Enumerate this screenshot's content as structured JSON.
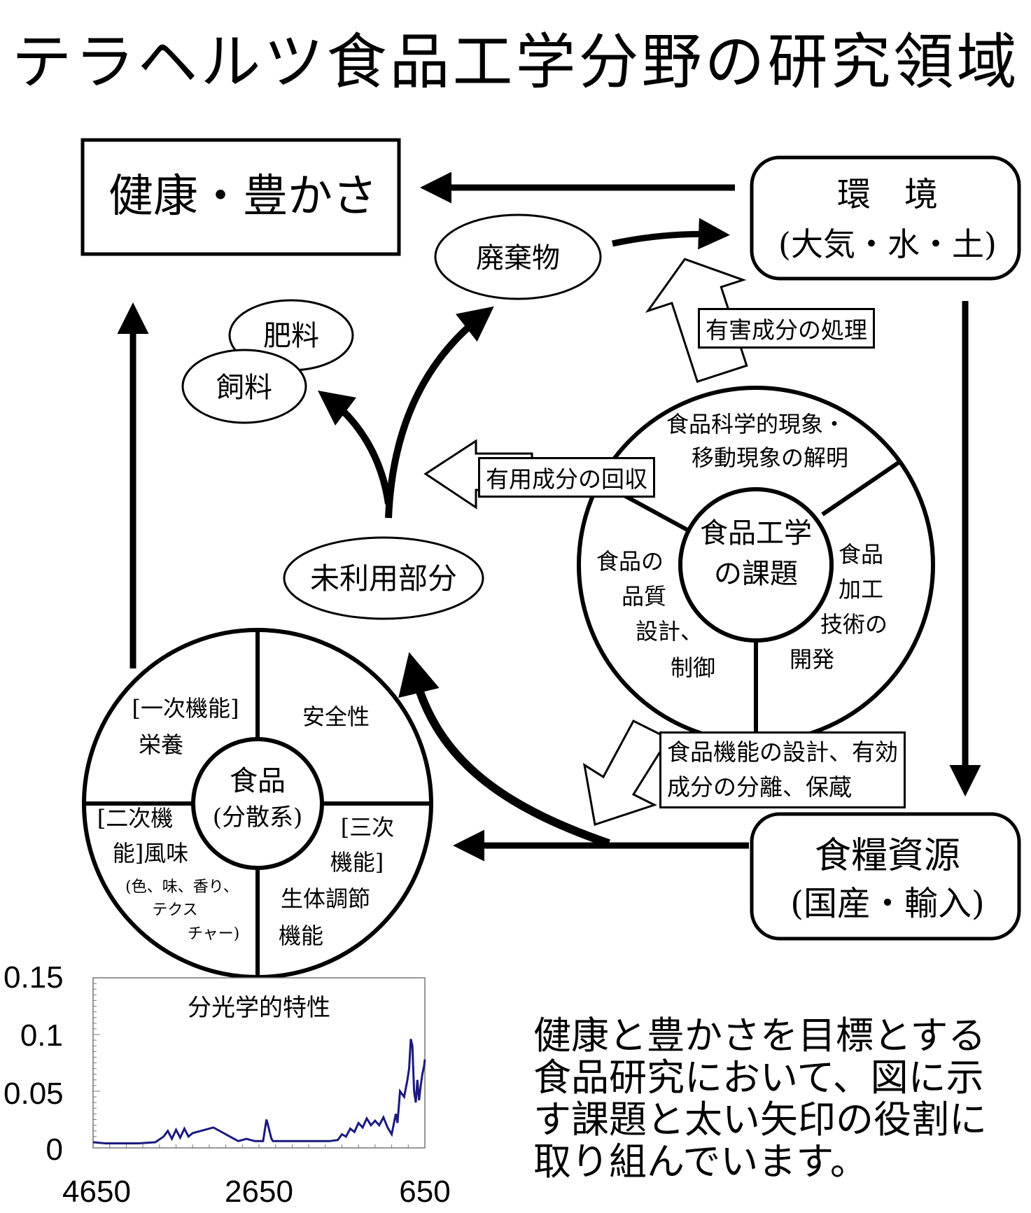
{
  "title": "テラヘルツ食品工学分野の研究領域",
  "nodes": {
    "health": "健康・豊かさ",
    "environment_line1": "環　境",
    "environment_line2": "(大気・水・土)",
    "food_resources_line1": "食糧資源",
    "food_resources_line2": "(国産・輸入)",
    "waste": "廃棄物",
    "fertilizer": "肥料",
    "feed": "飼料",
    "unused_part": "未利用部分"
  },
  "arrow_boxes": {
    "harmful_treatment": "有害成分の処理",
    "useful_recovery": "有用成分の回収",
    "design_line1": "食品機能の設計、有効",
    "design_line2": "成分の分離、保蔵"
  },
  "challenges_circle": {
    "center_line1": "食品工学",
    "center_line2": "の課題",
    "top_line1": "食品科学的現象・",
    "top_line2": "移動現象の解明",
    "left_lines": [
      "食品の",
      "品質",
      "設計、",
      "制御"
    ],
    "right_lines": [
      "食品",
      "加工",
      "技術の",
      "開発"
    ]
  },
  "food_circle": {
    "center_line1": "食品",
    "center_line2": "(分散系)",
    "q1_line1": "[一次機能]",
    "q1_line2": "栄養",
    "q2": "安全性",
    "q3_line1": "[二次機",
    "q3_line2": "能]風味",
    "q3_line3": "(色、味、香り、",
    "q3_line4": "テクス",
    "q3_line5": "チャー)",
    "q4_line1": "[三次",
    "q4_line2": "機能]",
    "q4_line3": "生体調節",
    "q4_line4": "機能"
  },
  "paragraph": [
    "健康と豊かさを目標とする",
    "食品研究において、図に示",
    "す課題と太い矢印の役割に",
    "取り組んでいます。"
  ],
  "chart_data": {
    "type": "line",
    "title": "分光学的特性",
    "xlabel": "",
    "ylabel": "",
    "xlim": [
      4650,
      650
    ],
    "ylim": [
      0,
      0.15
    ],
    "x_ticks": [
      "4650",
      "2650",
      "650"
    ],
    "y_ticks": [
      "0.15",
      "0.1",
      "0.05",
      "0"
    ],
    "line_color": "#1a1a80",
    "series": [
      {
        "x": [
          4650,
          4500,
          4300,
          4100,
          3900,
          3800,
          3750,
          3700,
          3650,
          3600,
          3550,
          3500,
          3450,
          3400,
          3300,
          3200,
          3100,
          3000,
          2900,
          2800,
          2700,
          2600,
          2560,
          2540,
          2500,
          2480,
          2400,
          2200,
          2000,
          1800,
          1700,
          1650,
          1600,
          1550,
          1500,
          1450,
          1400,
          1350,
          1300,
          1250,
          1200,
          1150,
          1100,
          1050,
          1000,
          980,
          950,
          900,
          860,
          840,
          820,
          800,
          780,
          760,
          740,
          720,
          700,
          680,
          660,
          650
        ],
        "y": [
          0.005,
          0.004,
          0.004,
          0.004,
          0.005,
          0.01,
          0.015,
          0.008,
          0.016,
          0.009,
          0.017,
          0.01,
          0.013,
          0.014,
          0.016,
          0.018,
          0.014,
          0.01,
          0.006,
          0.008,
          0.006,
          0.006,
          0.025,
          0.02,
          0.008,
          0.006,
          0.006,
          0.006,
          0.006,
          0.006,
          0.007,
          0.012,
          0.01,
          0.017,
          0.014,
          0.022,
          0.018,
          0.026,
          0.02,
          0.024,
          0.02,
          0.027,
          0.018,
          0.012,
          0.03,
          0.022,
          0.05,
          0.045,
          0.06,
          0.07,
          0.096,
          0.09,
          0.05,
          0.04,
          0.06,
          0.042,
          0.055,
          0.065,
          0.072,
          0.078
        ]
      }
    ],
    "grid": false
  }
}
